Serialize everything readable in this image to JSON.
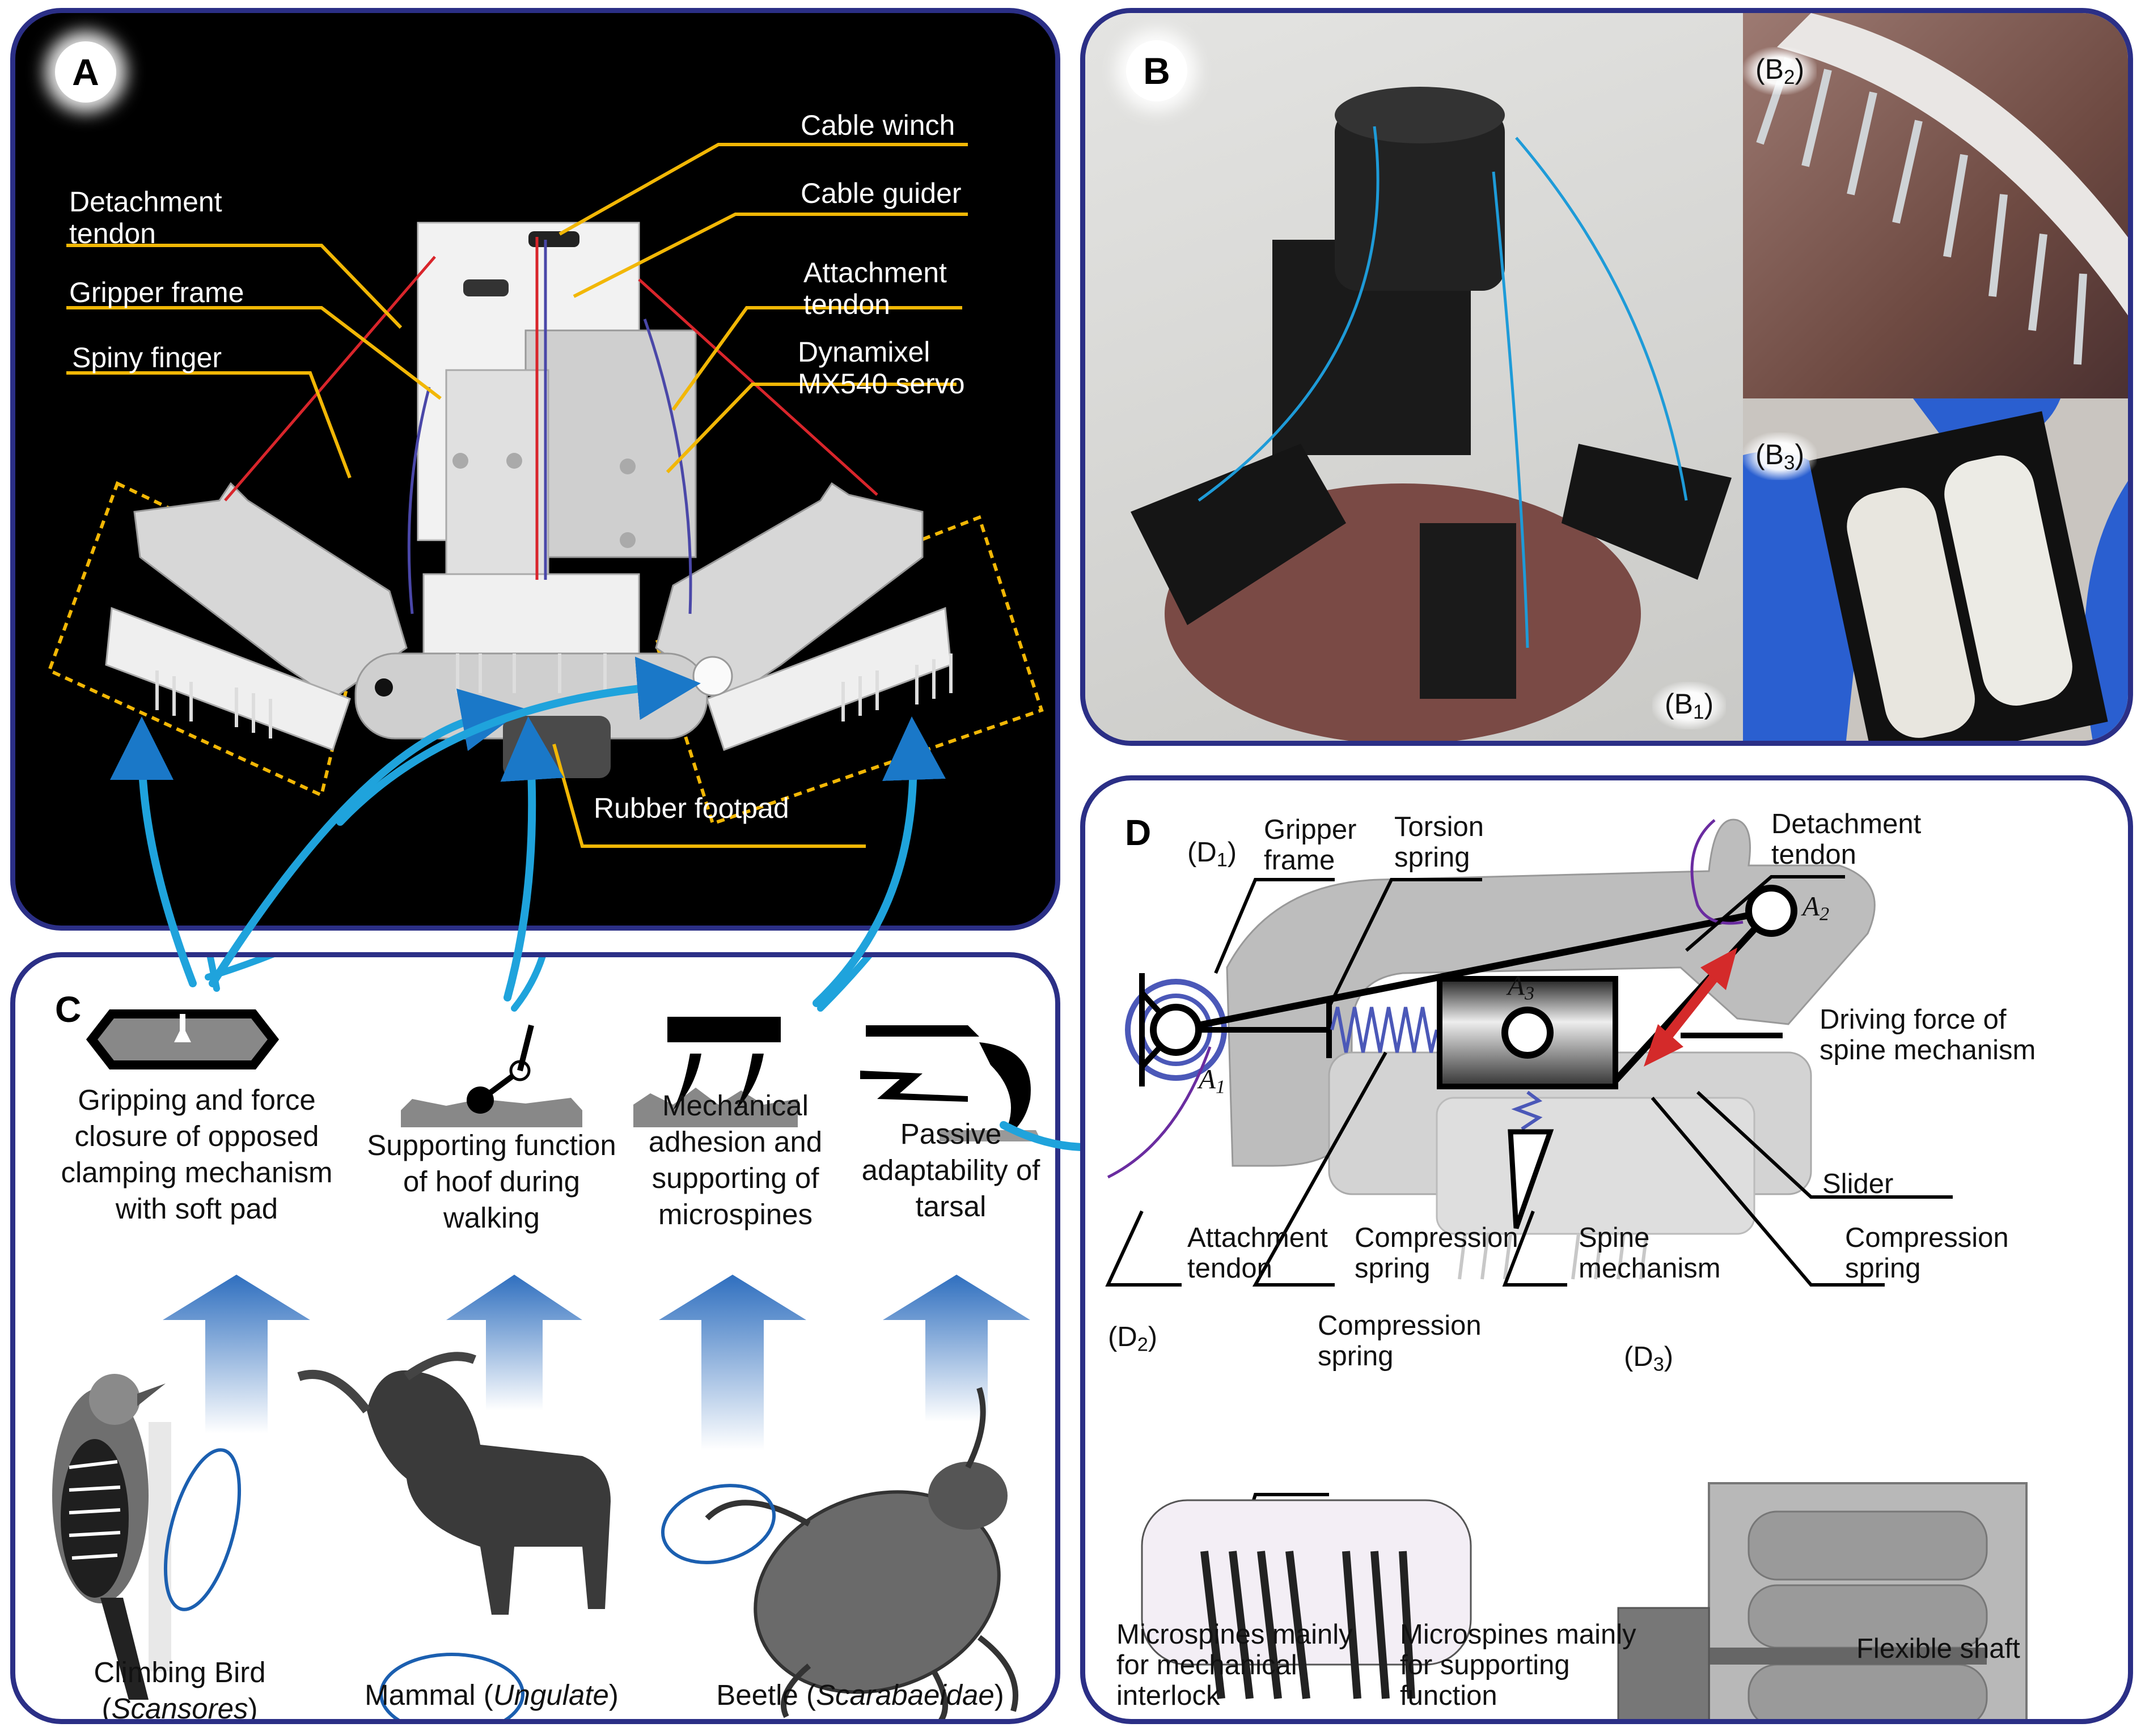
{
  "figure": {
    "panel_a": {
      "badge": "A",
      "labels": {
        "cable_winch": "Cable winch",
        "cable_guider": "Cable guider",
        "attachment_tendon": "Attachment\ntendon",
        "servo": "Dynamixel\nMX540 servo",
        "detachment_tendon": "Detachment\ntendon",
        "gripper_frame": "Gripper frame",
        "spiny_finger": "Spiny finger",
        "rubber_footpad": "Rubber footpad"
      },
      "colors": {
        "leader_line": "#f2b705",
        "detachment_tendon": "#d9252b",
        "attachment_tendon": "#4a47a8",
        "background": "#000000",
        "dashed_box": "#f2b705"
      }
    },
    "panel_b": {
      "badge": "B",
      "sub_b1": "B",
      "sub_b1_index": "1",
      "sub_b2": "B",
      "sub_b2_index": "2",
      "sub_b3": "B",
      "sub_b3_index": "3"
    },
    "panel_c": {
      "letter": "C",
      "functions": [
        {
          "text": "Gripping and force\nclosure of opposed\nclamping mechanism\nwith soft pad"
        },
        {
          "text": "Supporting function\nof hoof during\nwalking"
        },
        {
          "text": "Mechanical\nadhesion and\nsupporting of\nmicrospines"
        },
        {
          "text": "Passive\nadaptability of\ntarsal"
        }
      ],
      "organisms": [
        {
          "name": "Climbing Bird",
          "latin": "Scansores"
        },
        {
          "name": "Mammal",
          "latin": "Ungulate"
        },
        {
          "name": "Beetle",
          "latin": "Scarabaeidae"
        }
      ],
      "colors": {
        "arrow_top": "#2f6fbf",
        "connector": "#1fa3dc",
        "highlight_ellipse": "#1b5fb0"
      }
    },
    "panel_d": {
      "letter": "D",
      "d1": {
        "sub": "D",
        "index": "1"
      },
      "d2": {
        "sub": "D",
        "index": "2"
      },
      "d3": {
        "sub": "D",
        "index": "3"
      },
      "labels": {
        "gripper_frame": "Gripper\nframe",
        "torsion_spring": "Torsion\nspring",
        "detachment_tendon": "Detachment\ntendon",
        "driving_force": "Driving force of\nspine mechanism",
        "slider": "Slider",
        "attachment_tendon": "Attachment\ntendon",
        "compression_spring_left": "Compression\nspring",
        "spine_mechanism": "Spine\nmechanism",
        "compression_spring_right": "Compression\nspring",
        "d2_compression_spring": "Compression\nspring",
        "microspines_interlock": "Microspines mainly\nfor mechanical\ninterlock",
        "microspines_support": "Microspines mainly\nfor supporting\nfunction",
        "flexible_shaft": "Flexible shaft"
      },
      "joints": {
        "a1": "A",
        "a1_index": "1",
        "a2": "A",
        "a2_index": "2",
        "a3": "A",
        "a3_index": "3"
      },
      "colors": {
        "driving_arrow": "#d42a2a",
        "spring": "#4b58b8",
        "tendon": "#6a2ca0"
      }
    }
  }
}
